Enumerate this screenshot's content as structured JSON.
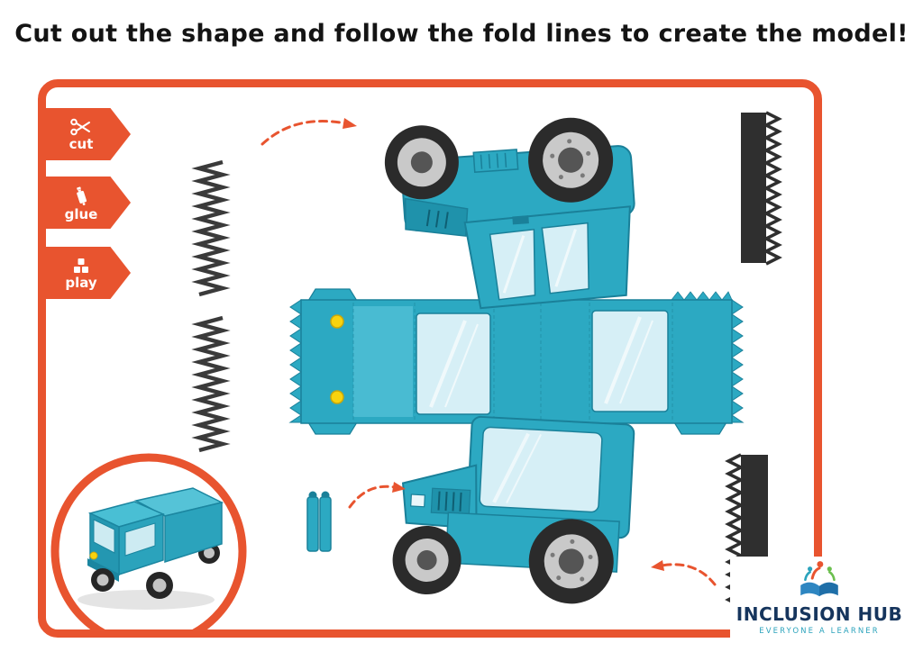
{
  "page": {
    "title": "Cut out the shape and follow the fold lines to create the model!"
  },
  "legend": {
    "items": [
      {
        "label": "cut",
        "icon": "scissors-icon"
      },
      {
        "label": "glue",
        "icon": "glue-bottle-icon"
      },
      {
        "label": "play",
        "icon": "building-blocks-icon"
      }
    ]
  },
  "brand": {
    "name": "INCLUSION HUB",
    "tagline": "EVERYONE A LEARNER"
  },
  "colors": {
    "accent": "#E8542F",
    "truck": "#2CA9C2",
    "truck_dark": "#1A8099",
    "truck_light": "#55C3D7",
    "window": "#D6EFF6",
    "wheel": "#2B2B2B",
    "rim": "#C9C9C9",
    "dot_yellow": "#F8D30E",
    "brand_navy": "#16355D",
    "brand_teal": "#2BA3BC"
  }
}
